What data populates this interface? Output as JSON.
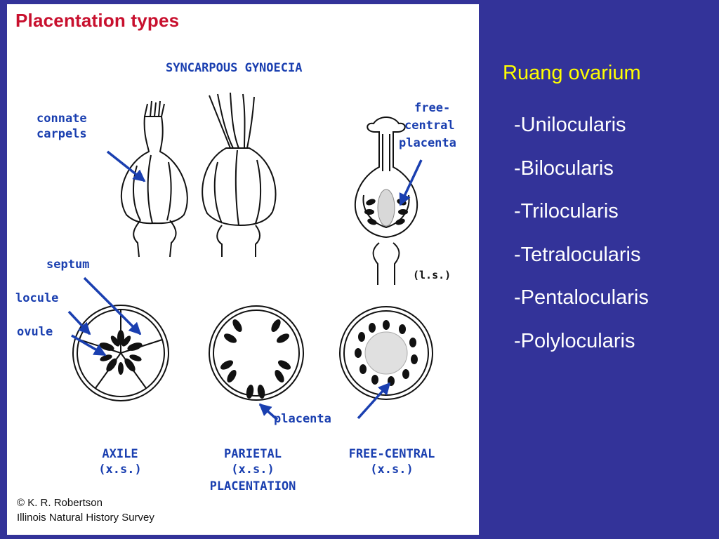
{
  "figure": {
    "title": "Placentation types",
    "subtitle": "SYNCARPOUS GYNOECIA",
    "labels": {
      "connate_carpels_1": "connate",
      "connate_carpels_2": "carpels",
      "free_central_1": "free-",
      "free_central_2": "central",
      "free_central_3": "placenta",
      "ls": "(l.s.)",
      "septum": "septum",
      "locule": "locule",
      "ovule": "ovule",
      "placenta": "placenta"
    },
    "captions": {
      "axile": "AXILE",
      "axile_xs": "(x.s.)",
      "parietal": "PARIETAL",
      "parietal_xs": "(x.s.)",
      "placentation": "PLACENTATION",
      "free_central": "FREE-CENTRAL",
      "free_central_xs": "(x.s.)"
    },
    "credit_line_1": "© K. R. Robertson",
    "credit_line_2": "Illinois Natural History Survey",
    "colors": {
      "label": "#1a3fb0",
      "title": "#c8102e",
      "ink": "#111111"
    }
  },
  "side_panel": {
    "heading": "Ruang ovarium",
    "items": [
      "-Unilocularis",
      "-Bilocularis",
      "-Trilocularis",
      "-Tetralocularis",
      "-Pentalocularis",
      "-Polylocularis"
    ],
    "heading_color": "#ffff00",
    "item_color": "#ffffff",
    "background": "#333399"
  }
}
